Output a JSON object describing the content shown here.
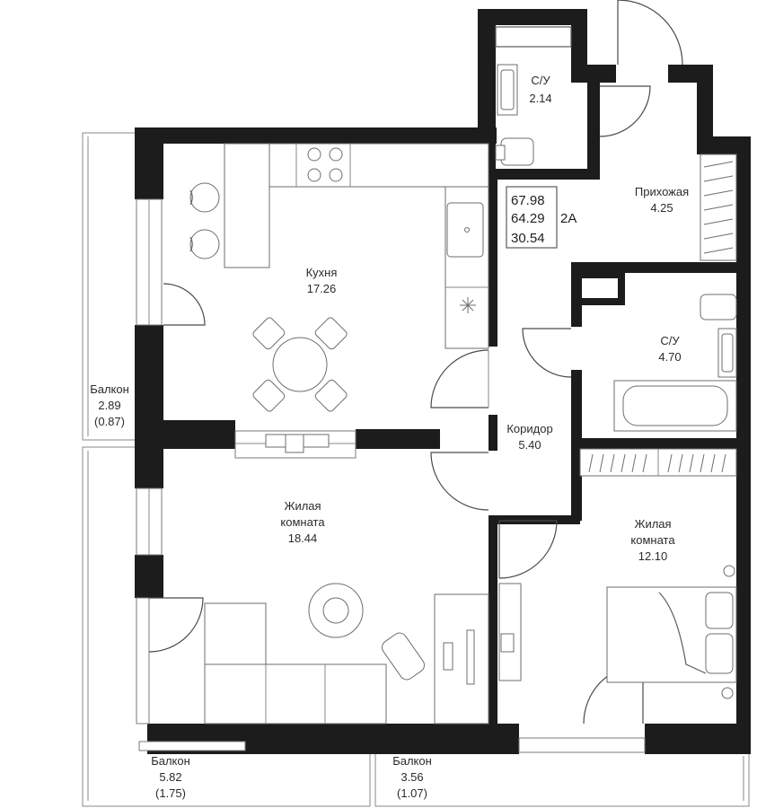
{
  "plan": {
    "totals": {
      "total_area": "67.98",
      "living_area_total": "64.29",
      "secondary_area": "30.54",
      "apartment_type": "2A"
    },
    "rooms": [
      {
        "id": "bath-top",
        "name": "С/У",
        "area": "2.14"
      },
      {
        "id": "hallway",
        "name": "Прихожая",
        "area": "4.25"
      },
      {
        "id": "kitchen",
        "name": "Кухня",
        "area": "17.26"
      },
      {
        "id": "bath-mid",
        "name": "С/У",
        "area": "4.70"
      },
      {
        "id": "corridor",
        "name": "Коридор",
        "area": "5.40"
      },
      {
        "id": "living-left",
        "name_line1": "Жилая",
        "name_line2": "комната",
        "area": "18.44"
      },
      {
        "id": "living-right",
        "name_line1": "Жилая",
        "name_line2": "комната",
        "area": "12.10"
      }
    ],
    "balconies": [
      {
        "id": "balcony-left",
        "name": "Балкон",
        "area": "2.89",
        "reduced_area": "(0.87)"
      },
      {
        "id": "balcony-bottom-left",
        "name": "Балкон",
        "area": "5.82",
        "reduced_area": "(1.75)"
      },
      {
        "id": "balcony-bottom-right",
        "name": "Балкон",
        "area": "3.56",
        "reduced_area": "(1.07)"
      }
    ]
  }
}
